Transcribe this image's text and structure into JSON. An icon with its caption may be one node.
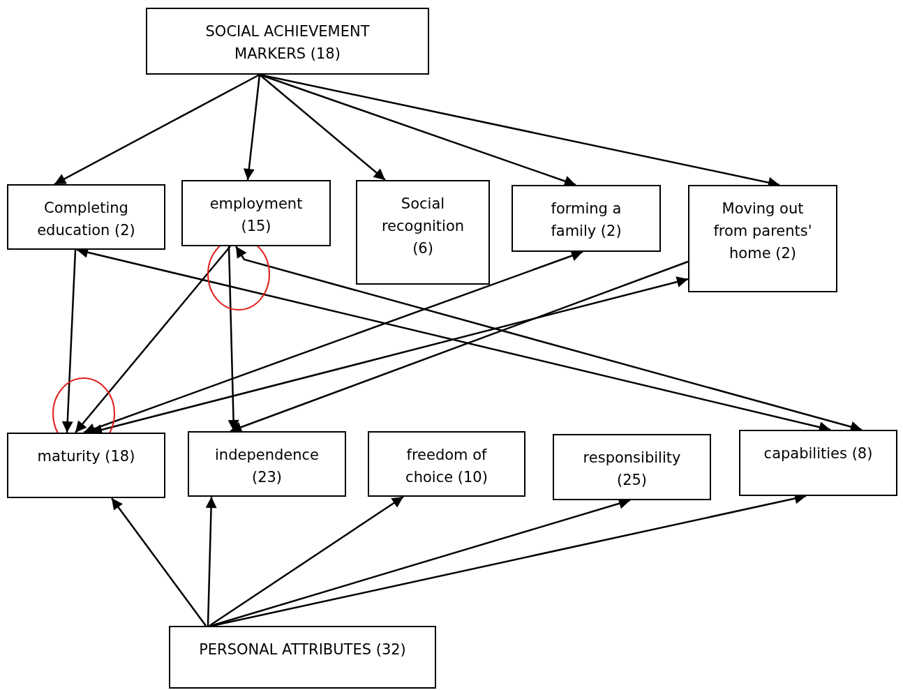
{
  "diagram": {
    "nodes": [
      {
        "text": [
          "SOCIAL ACHIEVEMENT MARKERS (18)"
        ]
      },
      {
        "text": [
          "Completing education (2)"
        ]
      },
      {
        "text": [
          "employment (15)"
        ]
      },
      {
        "text": [
          "Social recognition (6)"
        ]
      },
      {
        "text": [
          "forming a family (2)"
        ]
      },
      {
        "text": [
          "Moving out from parents' home (2)"
        ]
      },
      {
        "text": [
          "maturity (18)"
        ]
      },
      {
        "text": [
          "independence (23)"
        ]
      },
      {
        "text": [
          "freedom of choice (10)"
        ]
      },
      {
        "text": [
          "responsibility (25)"
        ]
      },
      {
        "text": [
          "capabilities (8)"
        ]
      },
      {
        "text": [
          "PERSONAL ATTRIBUTES (32)"
        ]
      }
    ],
    "edges": [
      {
        "from": 0,
        "to": 1,
        "arrow": "to"
      },
      {
        "from": 0,
        "to": 2,
        "arrow": "to"
      },
      {
        "from": 0,
        "to": 3,
        "arrow": "to"
      },
      {
        "from": 0,
        "to": 4,
        "arrow": "to"
      },
      {
        "from": 0,
        "to": 5,
        "arrow": "to"
      },
      {
        "from": 1,
        "to": 6,
        "arrow": "to"
      },
      {
        "from": 2,
        "to": 6,
        "arrow": "to"
      },
      {
        "from": 2,
        "to": 7,
        "arrow": "to"
      },
      {
        "from": 6,
        "to": 4,
        "arrow": "both"
      },
      {
        "from": 6,
        "to": 5,
        "arrow": "both"
      },
      {
        "from": 5,
        "to": 7,
        "arrow": "to"
      },
      {
        "from": 1,
        "to": 10,
        "arrow": "both"
      },
      {
        "from": 2,
        "to": 10,
        "arrow": "both"
      },
      {
        "from": 11,
        "to": 6,
        "arrow": "to"
      },
      {
        "from": 11,
        "to": 7,
        "arrow": "to"
      },
      {
        "from": 11,
        "to": 8,
        "arrow": "to"
      },
      {
        "from": 11,
        "to": 9,
        "arrow": "to"
      },
      {
        "from": 11,
        "to": 10,
        "arrow": "to"
      }
    ]
  }
}
